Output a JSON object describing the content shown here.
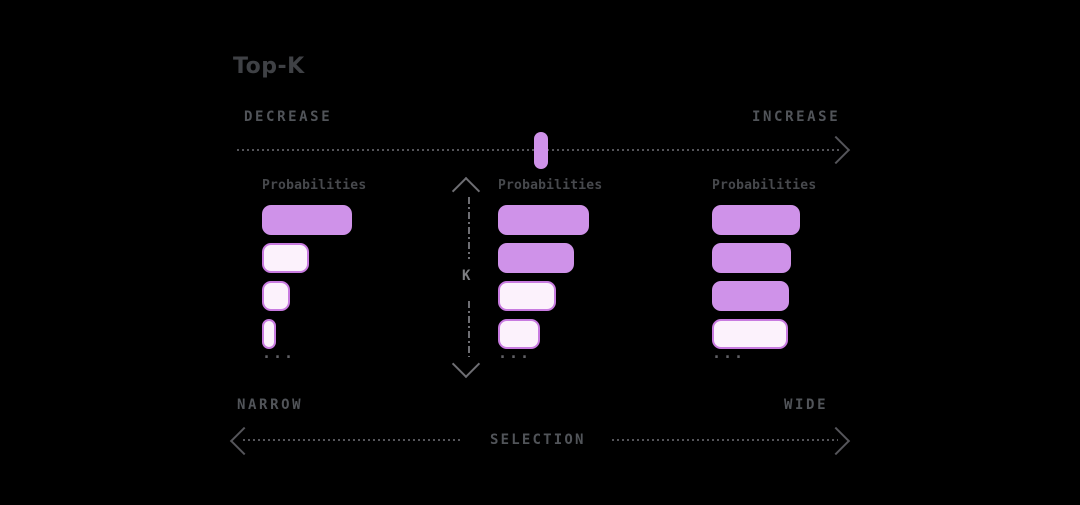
{
  "title": "Top-K",
  "slider": {
    "left_label": "DECREASE",
    "right_label": "INCREASE",
    "handle_position_pct": 50
  },
  "k_axis": {
    "label": "K"
  },
  "groups": [
    {
      "label": "Probabilities",
      "ellipsis": "...",
      "bars": [
        {
          "w": 90,
          "solid": true
        },
        {
          "w": 47,
          "solid": false
        },
        {
          "w": 28,
          "solid": false
        },
        {
          "w": 14,
          "solid": false
        }
      ]
    },
    {
      "label": "Probabilities",
      "ellipsis": "...",
      "bars": [
        {
          "w": 91,
          "solid": true
        },
        {
          "w": 76,
          "solid": true
        },
        {
          "w": 58,
          "solid": false
        },
        {
          "w": 42,
          "solid": false
        }
      ]
    },
    {
      "label": "Probabilities",
      "ellipsis": "...",
      "bars": [
        {
          "w": 88,
          "solid": true
        },
        {
          "w": 79,
          "solid": true
        },
        {
          "w": 77,
          "solid": true
        },
        {
          "w": 76,
          "solid": false
        }
      ]
    }
  ],
  "bottom": {
    "left_label": "NARROW",
    "right_label": "WIDE",
    "center_label": "SELECTION"
  },
  "colors": {
    "background": "#000000",
    "bar_solid": "#cf92e9",
    "bar_light_fill": "#fcf2fc",
    "bar_border": "#c87be0",
    "slider_handle": "#cf92e9",
    "title_text": "#3f4145",
    "caps_label_text": "#515459",
    "probabilities_label_text": "#47494d",
    "dotted_line": "#55555a",
    "k_arrow": "#6e6e73",
    "k_text": "#7d7e82",
    "ellipsis_text": "#606065"
  }
}
